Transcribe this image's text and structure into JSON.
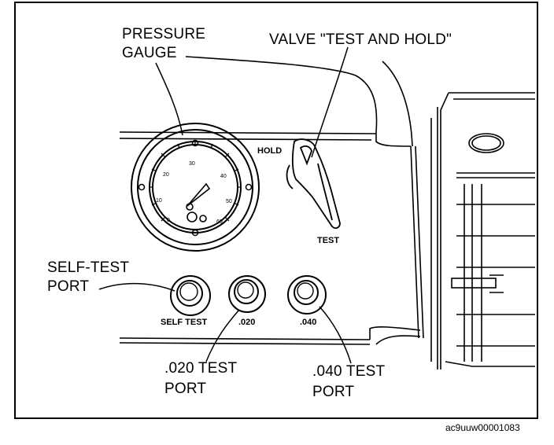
{
  "labels": {
    "pressure_gauge": [
      "PRESSURE",
      "GAUGE"
    ],
    "valve": "VALVE \"TEST AND HOLD\"",
    "self_test_port": [
      "SELF-TEST",
      "PORT"
    ],
    "port_020": [
      ".020 TEST",
      "PORT"
    ],
    "port_040": [
      ".040 TEST",
      "PORT"
    ]
  },
  "panel_text": {
    "hold": "HOLD",
    "test": "TEST",
    "self_test": "SELF TEST",
    "p020": ".020",
    "p040": ".040"
  },
  "gauge_ticks": [
    "0",
    "10",
    "20",
    "30",
    "40",
    "50",
    "60"
  ],
  "figure_id": "ac9uuw00001083"
}
